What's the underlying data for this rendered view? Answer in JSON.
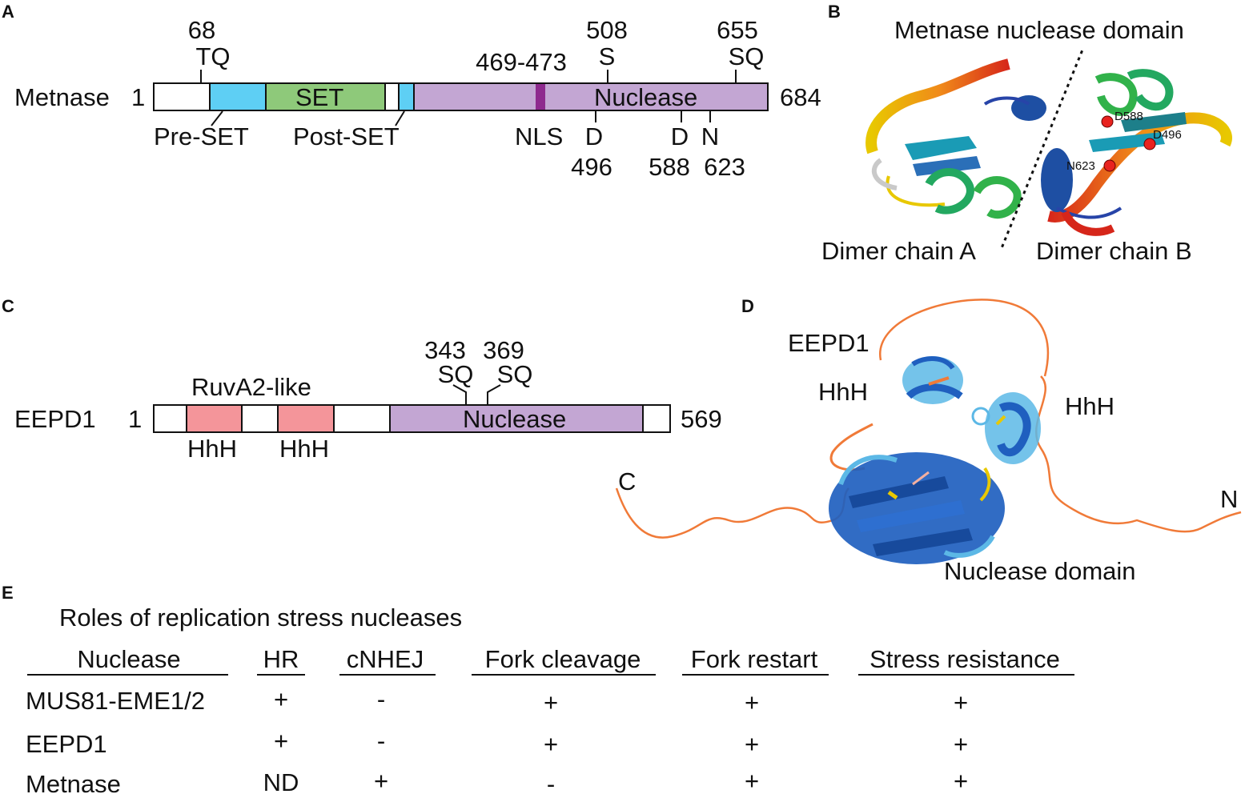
{
  "panels": {
    "A": "A",
    "B": "B",
    "C": "C",
    "D": "D",
    "E": "E"
  },
  "metnase": {
    "name": "Metnase",
    "start": "1",
    "end": "684",
    "domains": {
      "set": "SET",
      "nuclease": "Nuclease"
    },
    "labels_below": {
      "pre_set": "Pre-SET",
      "post_set": "Post-SET",
      "nls": "NLS"
    },
    "sites_above": [
      {
        "pos": "68",
        "motif": "TQ"
      },
      {
        "pos": "469-473",
        "motif": ""
      },
      {
        "pos": "508",
        "motif": "S"
      },
      {
        "pos": "655",
        "motif": "SQ"
      }
    ],
    "sites_below": [
      {
        "res": "D",
        "pos": "496"
      },
      {
        "res": "D",
        "pos": "588"
      },
      {
        "res": "N",
        "pos": "623"
      }
    ],
    "colors": {
      "preset": "#5ecff4",
      "set": "#8ec97a",
      "nuclease": "#c3a6d3",
      "nls": "#8e2a8e"
    }
  },
  "structure_b": {
    "title": "Metnase nuclease domain",
    "chain_a": "Dimer chain A",
    "chain_b": "Dimer chain B",
    "residues": [
      "D588",
      "D496",
      "N623"
    ]
  },
  "eepd1": {
    "name": "EEPD1",
    "start": "1",
    "end": "569",
    "ruva": "RuvA2-like",
    "hhh": "HhH",
    "nuclease": "Nuclease",
    "sites": [
      {
        "pos": "343",
        "motif": "SQ"
      },
      {
        "pos": "369",
        "motif": "SQ"
      }
    ],
    "colors": {
      "hhh": "#f4959a",
      "nuclease": "#c3a6d3"
    }
  },
  "structure_d": {
    "title": "EEPD1",
    "hhh_left": "HhH",
    "hhh_right": "HhH",
    "c_term": "C",
    "n_term": "N",
    "domain": "Nuclease domain"
  },
  "table": {
    "title": "Roles of replication stress nucleases",
    "headers": [
      "Nuclease",
      "HR",
      "cNHEJ",
      "Fork cleavage",
      "Fork restart",
      "Stress resistance"
    ],
    "rows": [
      [
        "MUS81-EME1/2",
        "+",
        "-",
        "+",
        "+",
        "+"
      ],
      [
        "EEPD1",
        "+",
        "-",
        "+",
        "+",
        "+"
      ],
      [
        "Metnase",
        "ND",
        "+",
        "-",
        "+",
        "+"
      ]
    ]
  }
}
